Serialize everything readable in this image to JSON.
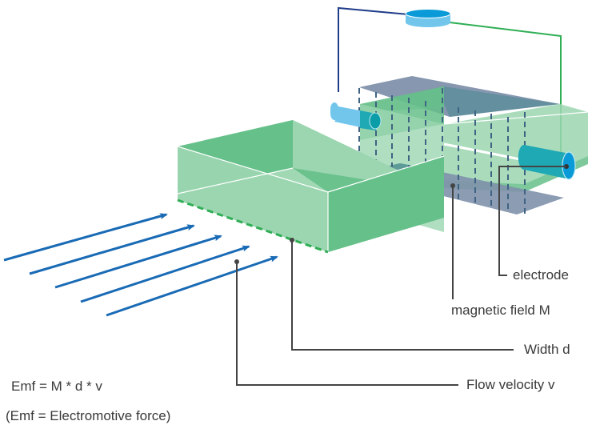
{
  "diagram": {
    "title": "Electromagnetic flow meter principle",
    "labels": {
      "electrode": "electrode",
      "magnetic_field": "magnetic field M",
      "width": "Width d",
      "flow_velocity": "Flow velocity v"
    },
    "formula": {
      "equation": "Emf = M * d * v",
      "note": "(Emf = Electromotive force)"
    },
    "flow_arrow_count": 5,
    "colors": {
      "pipe_green_light": "#9bd6b0",
      "pipe_green_dark": "#66c08a",
      "magnet_plate": "#7f91ab",
      "flow_arrow": "#1a6bb5",
      "electrode": "#0a9ad8",
      "electrode_light": "#72c6ec",
      "wire_left": "#1f3c8a",
      "wire_right": "#2fae55",
      "leader_line": "#444444",
      "dashed_field": "#3f6383"
    }
  }
}
